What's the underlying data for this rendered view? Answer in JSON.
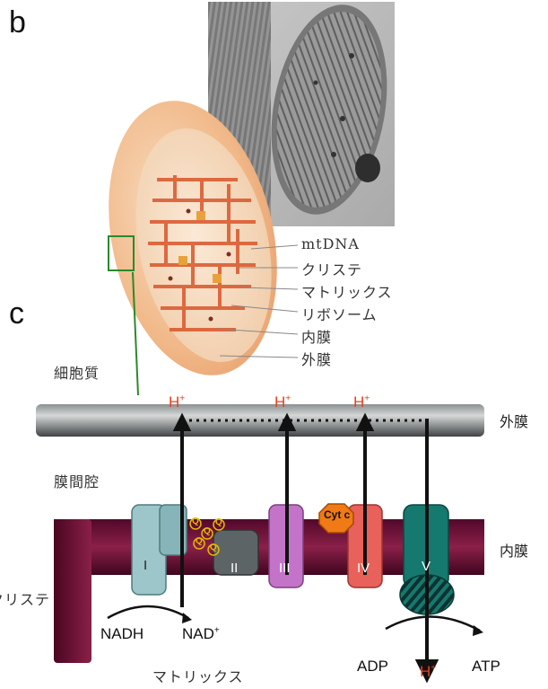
{
  "panels": {
    "b": "b",
    "c": "c"
  },
  "panel_b": {
    "labels": [
      "mtDNA",
      "クリステ",
      "マトリックス",
      "リボソーム",
      "内膜",
      "外膜"
    ]
  },
  "panel_c": {
    "cytoplasm": "細胞質",
    "outer_membrane": "外膜",
    "intermembrane_space": "膜間腔",
    "inner_membrane": "内膜",
    "cristae": "クリステ",
    "matrix": "マトリックス",
    "complexes": [
      "I",
      "II",
      "III",
      "IV",
      "V"
    ],
    "quinone": "Q",
    "cytochrome_c": "Cyt c",
    "proton": "H",
    "proton_sup": "+",
    "nadh": "NADH",
    "nad": "NAD",
    "nad_sup": "+",
    "adp": "ADP",
    "atp": "ATP"
  },
  "colors": {
    "proton": "#e8401c",
    "membrane": "#6a1232",
    "complex_I": "#9cc6c9",
    "complex_II": "#5c6466",
    "complex_III": "#c474c8",
    "complex_IV": "#e8615a",
    "complex_V": "#15796f",
    "cyt_c": "#f07a16",
    "quinone": "#e8b800"
  }
}
